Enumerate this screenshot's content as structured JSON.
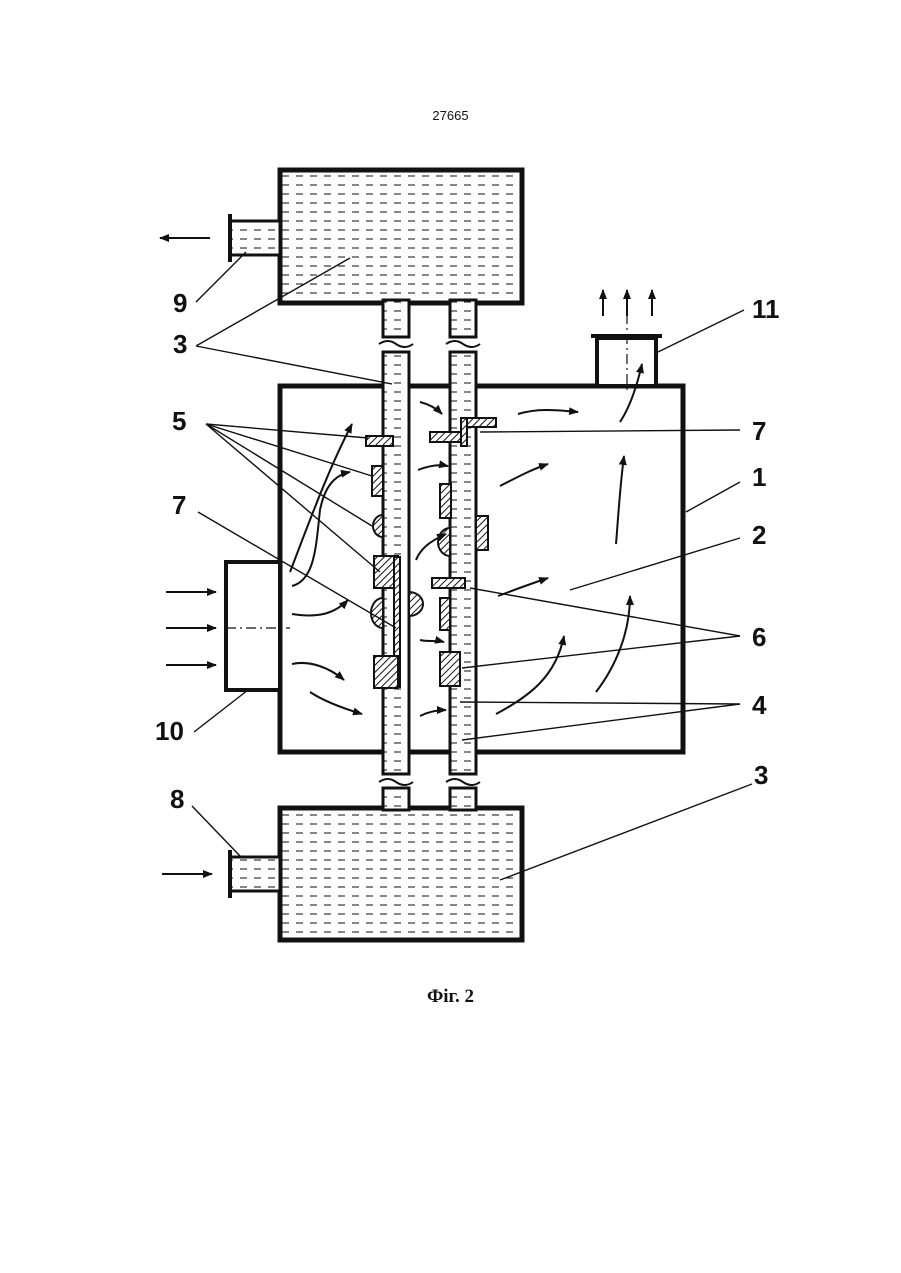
{
  "page_number": "27665",
  "caption": "Фіг. 2",
  "labels": {
    "l1": "1",
    "l2": "2",
    "l3_top": "3",
    "l3_bottom": "3",
    "l4": "4",
    "l5": "5",
    "l6": "6",
    "l7_left": "7",
    "l7_right": "7",
    "l8": "8",
    "l9": "9",
    "l10": "10",
    "l11": "11"
  }
}
